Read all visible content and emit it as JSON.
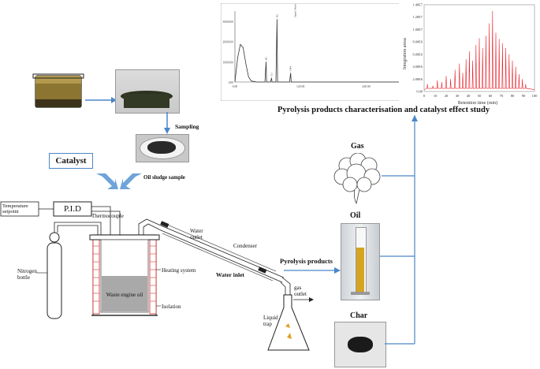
{
  "titles": {
    "characterisation": "Pyrolysis products characterisation and catalyst effect study",
    "catalyst": "Catalyst",
    "sampling": "Sampling",
    "oil_sludge_sample": "Oil sludge sample",
    "pyrolysis_products": "Pyrolysis products",
    "gas": "Gas",
    "oil": "Oil",
    "char": "Char"
  },
  "apparatus": {
    "pid": "P.I.D",
    "temperature_setpoint": "Temperature setpoint",
    "thermocouple": "Thermocouple",
    "nitrogen_bottle": "Nitrogen bottle",
    "waste_engine_oil": "Waste engine oil",
    "heating_system": "Heating system",
    "isolation": "Isolation",
    "water_outlet": "Water outlet",
    "condenser": "Condenser",
    "water_inlet": "Water inlet",
    "gas_outlet": "gas outlet",
    "liquid_trap": "Liquid trap"
  },
  "colors": {
    "arrow_blue": "#4a86c8",
    "catalyst_arrow": "#6fa3da",
    "heater_red": "#d9534f",
    "oil_liquid": "#a9a9a9",
    "chromatogram_red": "#e8212b"
  },
  "chart_data": [
    {
      "type": "line",
      "title": "",
      "ylim": [
        0,
        35000
      ],
      "y_ticks": [
        "30000.00",
        "20000.00",
        "10000.00",
        "0.00"
      ],
      "x_ticks": [
        "0.00",
        "120.00",
        "240.00"
      ],
      "xlim": [
        0,
        300
      ],
      "series": [
        {
          "values": [
            [
              0,
              0
            ],
            [
              5,
              12000
            ],
            [
              10,
              18500
            ],
            [
              15,
              17000
            ],
            [
              20,
              9000
            ],
            [
              25,
              2500
            ],
            [
              30,
              500
            ],
            [
              40,
              0
            ],
            [
              55,
              0
            ],
            [
              57,
              10000
            ],
            [
              58,
              0
            ],
            [
              65,
              0
            ],
            [
              67,
              2000
            ],
            [
              68,
              0
            ],
            [
              75,
              0
            ],
            [
              77,
              31000
            ],
            [
              78,
              0
            ],
            [
              100,
              0
            ],
            [
              102,
              4500
            ],
            [
              103,
              0
            ],
            [
              300,
              0
            ]
          ]
        }
      ],
      "peak_labels": [
        "H2",
        "CO",
        "N2",
        "CH4",
        "Signal Noise"
      ]
    },
    {
      "type": "line",
      "title": "",
      "xlabel": "Retention time (min)",
      "ylabel": "Integration areas",
      "xlim": [
        0,
        100
      ],
      "ylim": [
        0,
        14000000
      ],
      "x_ticks": [
        "0",
        "10",
        "20",
        "30",
        "40",
        "50",
        "60",
        "70",
        "80",
        "90",
        "100"
      ],
      "y_ticks": [
        "0.00",
        "2.00E6",
        "4.00E6",
        "6.00E6",
        "8.00E6",
        "1.00E7",
        "1.20E7",
        "1.40E7"
      ],
      "series": [
        {
          "peaks": [
            [
              3,
              1200000
            ],
            [
              8,
              900000
            ],
            [
              12,
              1800000
            ],
            [
              16,
              1500000
            ],
            [
              20,
              2500000
            ],
            [
              24,
              2000000
            ],
            [
              28,
              3500000
            ],
            [
              32,
              4500000
            ],
            [
              35,
              3000000
            ],
            [
              38,
              5200000
            ],
            [
              41,
              6500000
            ],
            [
              44,
              5000000
            ],
            [
              47,
              7500000
            ],
            [
              50,
              8600000
            ],
            [
              53,
              7000000
            ],
            [
              56,
              9000000
            ],
            [
              59,
              11000000
            ],
            [
              62,
              13000000
            ],
            [
              65,
              9500000
            ],
            [
              68,
              8500000
            ],
            [
              71,
              7800000
            ],
            [
              74,
              7000000
            ],
            [
              77,
              6000000
            ],
            [
              80,
              5000000
            ],
            [
              83,
              4000000
            ],
            [
              86,
              2800000
            ],
            [
              89,
              2000000
            ],
            [
              92,
              1200000
            ]
          ]
        }
      ]
    }
  ]
}
